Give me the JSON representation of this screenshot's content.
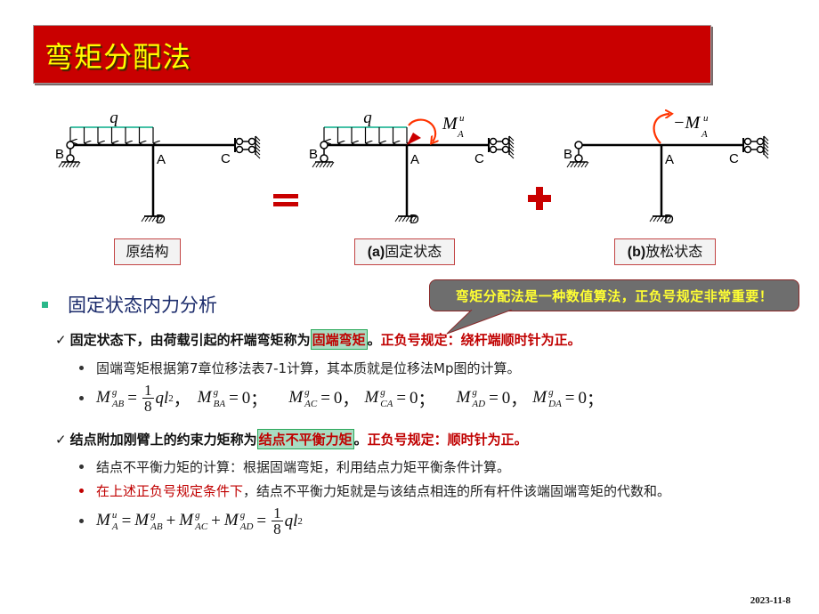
{
  "slide": {
    "title": "弯矩分配法",
    "date": "2023-11-8"
  },
  "diagrams": {
    "load_symbol": "q",
    "nodes": {
      "B": "B",
      "A": "A",
      "C": "C",
      "D": "D"
    },
    "original": {
      "caption": "原结构"
    },
    "fixed": {
      "caption_prefix": "(a)",
      "caption": "固定状态",
      "moment_label": "M",
      "moment_sup": "u",
      "moment_sub": "A"
    },
    "released": {
      "caption_prefix": "(b)",
      "caption": "放松状态",
      "moment_label": "−M",
      "moment_sup": "u",
      "moment_sub": "A"
    },
    "operators": {
      "equals": "=",
      "plus": "+"
    },
    "colors": {
      "moment_arrow": "#ff3300",
      "load_line": "#2ab89a",
      "operator": "#c90000"
    }
  },
  "callout": {
    "text": "弯矩分配法是一种数值算法，正负号规定非常重要！"
  },
  "section": {
    "heading": "固定状态内力分析",
    "item1": {
      "check": "✓",
      "text_before": "固定状态下，由荷载引起的杆端弯矩称为",
      "highlight": "固端弯矩",
      "period": "。",
      "rule": "正负号规定：绕杆端顺时针为正。",
      "sub1": "固端弯矩根据第7章位移法表7-1计算，其本质就是位移法Mp图的计算。",
      "formula": {
        "M": "M",
        "g": "g",
        "terms": [
          {
            "sub": "AB",
            "rhs_num": "1",
            "rhs_den": "8",
            "rhs_tail": "ql",
            "rhs_pow": "2",
            "sep": "，"
          },
          {
            "sub": "BA",
            "rhs": "0",
            "sep": "；"
          },
          {
            "sub": "AC",
            "rhs": "0",
            "sep": "，"
          },
          {
            "sub": "CA",
            "rhs": "0",
            "sep": "；"
          },
          {
            "sub": "AD",
            "rhs": "0",
            "sep": "，"
          },
          {
            "sub": "DA",
            "rhs": "0",
            "sep": "；"
          }
        ]
      }
    },
    "item2": {
      "check": "✓",
      "text_before": "结点附加刚臂上的约束力矩称为",
      "highlight": "结点不平衡力矩",
      "period": "。",
      "rule": "正负号规定：顺时针为正。",
      "sub1": "结点不平衡力矩的计算：根据固端弯矩，利用结点力矩平衡条件计算。",
      "sub2_red": "在上述正负号规定条件下",
      "sub2_rest": "，结点不平衡力矩就是与该结点相连的所有杆件该端固端弯矩的代数和。",
      "formula": {
        "lhs_M": "M",
        "lhs_sup": "u",
        "lhs_sub": "A",
        "eq": "=",
        "plus": "+",
        "terms": [
          {
            "sub": "AB"
          },
          {
            "sub": "AC"
          },
          {
            "sub": "AD"
          }
        ],
        "g": "g",
        "rhs_num": "1",
        "rhs_den": "8",
        "rhs_tail": "ql",
        "rhs_pow": "2"
      }
    }
  }
}
